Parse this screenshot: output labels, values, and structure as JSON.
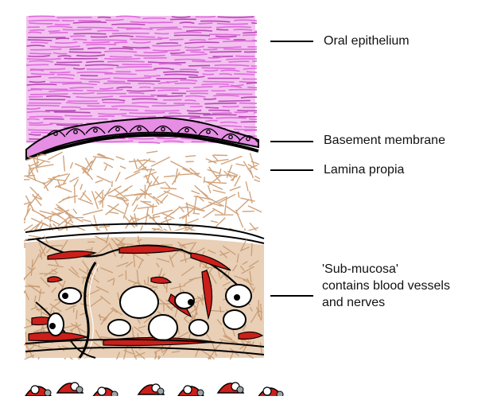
{
  "labels": {
    "oral_epithelium": "Oral epithelium",
    "basement_membrane": "Basement membrane",
    "lamina_propia": "Lamina propia",
    "submucosa_lines": [
      "'Sub-mucosa'",
      "contains blood vessels",
      "and nerves"
    ]
  },
  "colors": {
    "epithelium": "#e27ae0",
    "epithelium_light": "#f3b6f0",
    "basement": "#e58ee3",
    "fibers": "#d2a780",
    "vessel": "#cc1f1a",
    "outline": "#000000",
    "fat": "#ffffff"
  }
}
